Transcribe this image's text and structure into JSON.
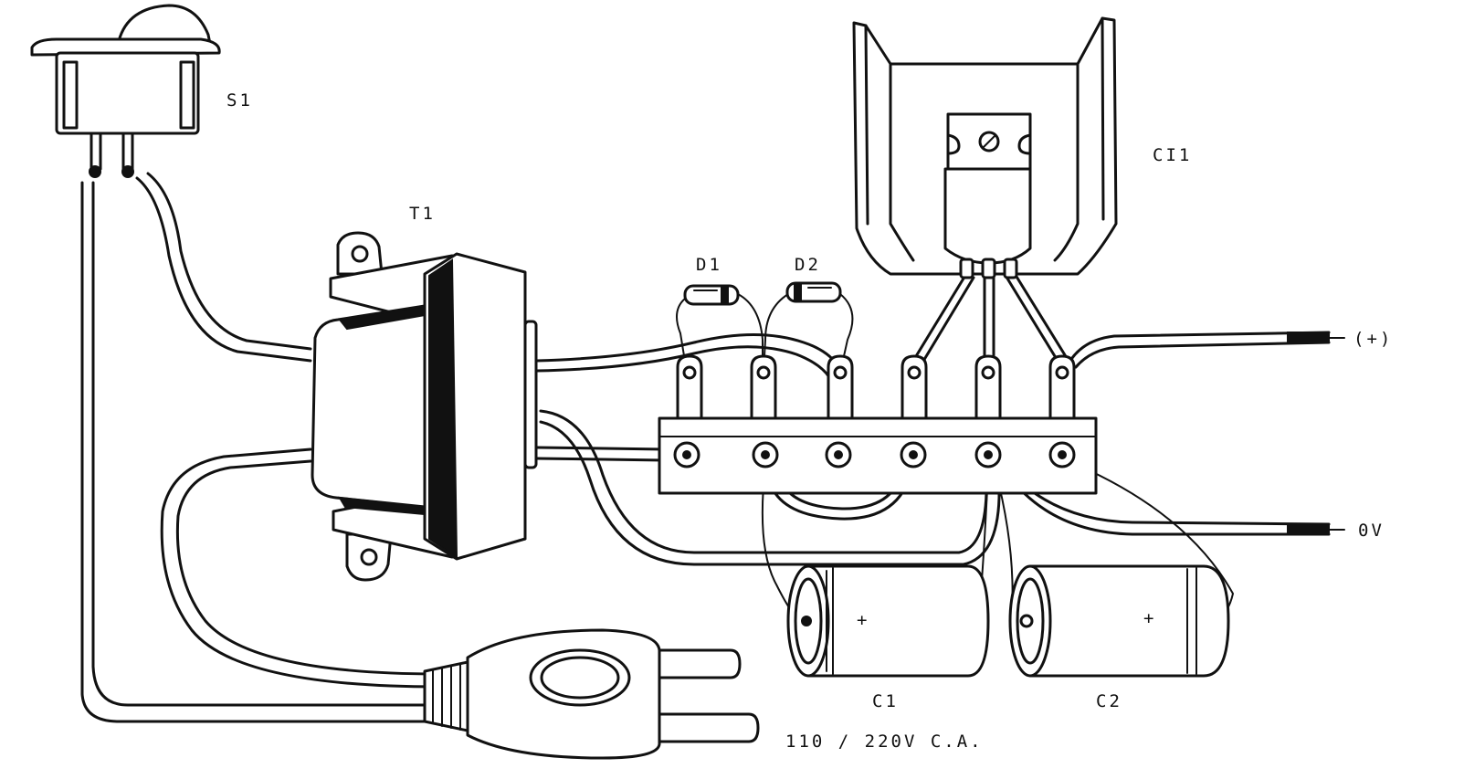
{
  "labels": {
    "switch": "S1",
    "transformer": "T1",
    "diode1": "D1",
    "diode2": "D2",
    "regulator": "CI1",
    "cap1": "C1",
    "cap2": "C2",
    "plus_cap1": "+",
    "plus_cap2": "+",
    "out_positive": "(+)",
    "out_zero": "0V",
    "mains": "110 / 220V C.A."
  }
}
